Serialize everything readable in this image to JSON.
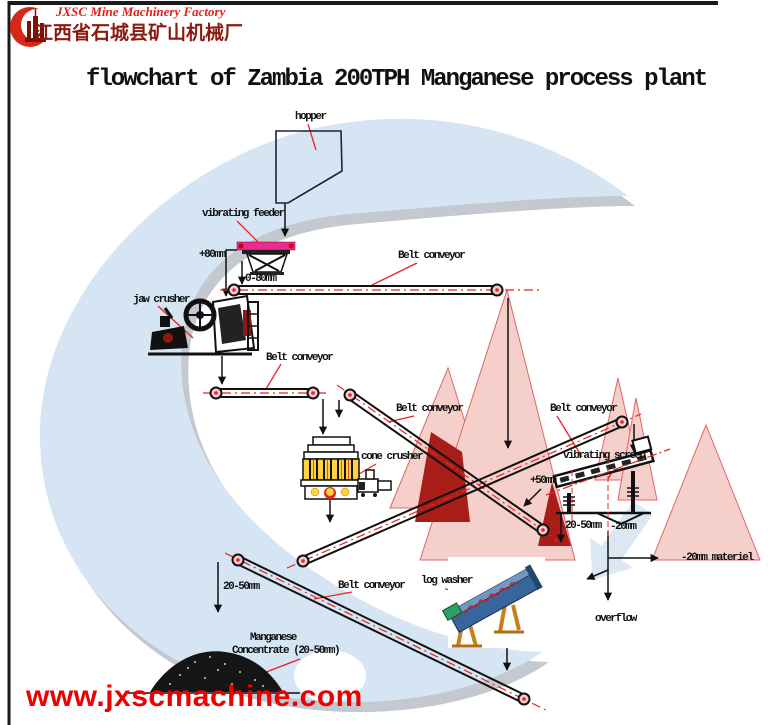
{
  "header": {
    "company_en": "JXSC Mine Machinery Factory",
    "company_cn": "江西省石城县矿山机械厂"
  },
  "title": "flowchart of Zambia 200TPH Manganese process plant",
  "website": "www.jxscmachine.com",
  "labels": {
    "hopper": "hopper",
    "vibrating_feeder": "vibrating feeder",
    "plus_80mm": "+80mm",
    "range_0_80mm": "0-80mm",
    "belt_conveyor_1": "Belt conveyor",
    "jaw_crusher": "jaw crusher",
    "belt_conveyor_2": "Belt conveyor",
    "cone_crusher": "cone crusher",
    "belt_conveyor_3": "Belt conveyor",
    "belt_conveyor_4": "Belt conveyor",
    "vibrating_screen": "vibrating screen",
    "plus_50mm": "+50mm",
    "screen_20_50mm": "20-50mm",
    "minus_20mm": "-20mm",
    "minus_20mm_materiel": "-20mm materiel",
    "overflow": "overflow",
    "log_washer": "log washer",
    "belt_conveyor_5": "Belt conveyor",
    "product_20_50mm": "20-50mm",
    "manganese_line1": "Manganese",
    "manganese_line2": "Concentrate (20-50mm)"
  },
  "colors": {
    "accent_red": "#e8251f",
    "crescent_blue": "#d5e5f4",
    "shadow_gray": "#b9bfc7",
    "mountain_pink": "#f5cfca",
    "mountain_red": "#a81d17",
    "feeder_magenta": "#ec2a8f",
    "crusher_yellow": "#ffd23f",
    "washer_blue": "#38659b",
    "logo_red": "#d6281a",
    "website_red": "#ec0000"
  }
}
